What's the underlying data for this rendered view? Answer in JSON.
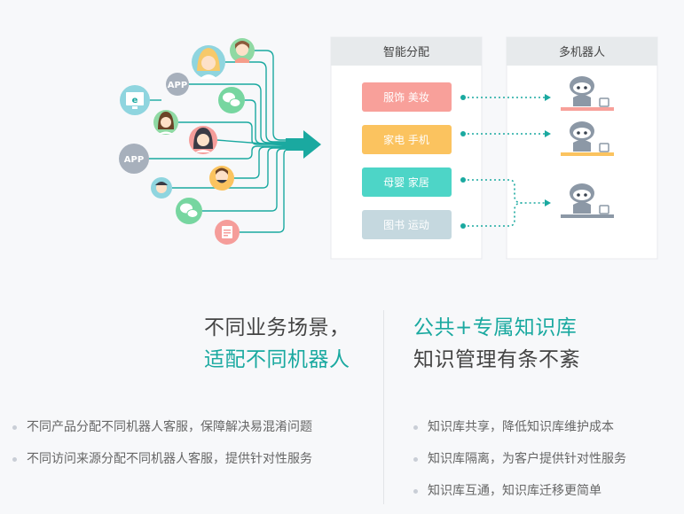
{
  "panels": {
    "assign_title": "智能分配",
    "robots_title": "多机器人"
  },
  "categories": [
    {
      "label": "服饰 美妆",
      "color": "#f8a09a"
    },
    {
      "label": "家电 手机",
      "color": "#fbc35f"
    },
    {
      "label": "母婴 家居",
      "color": "#4dd5c7"
    },
    {
      "label": "图书 运动",
      "color": "#c5d8df"
    }
  ],
  "channels": {
    "app_label": "APP"
  },
  "colors": {
    "accent": "#1aa9a0",
    "connector": "#1aa9a0"
  },
  "left": {
    "headline_line1": "不同业务场景，",
    "headline_line2": "适配不同机器人",
    "bullets": [
      "不同产品分配不同机器人客服，保障解决易混淆问题",
      "不同访问来源分配不同机器人客服，提供针对性服务"
    ]
  },
  "right": {
    "headline_line1": "公共+专属知识库",
    "headline_line2": "知识管理有条不紊",
    "bullets": [
      "知识库共享，降低知识库维护成本",
      "知识库隔离，为客户提供针对性服务",
      "知识库互通，知识库迁移更简单"
    ]
  }
}
